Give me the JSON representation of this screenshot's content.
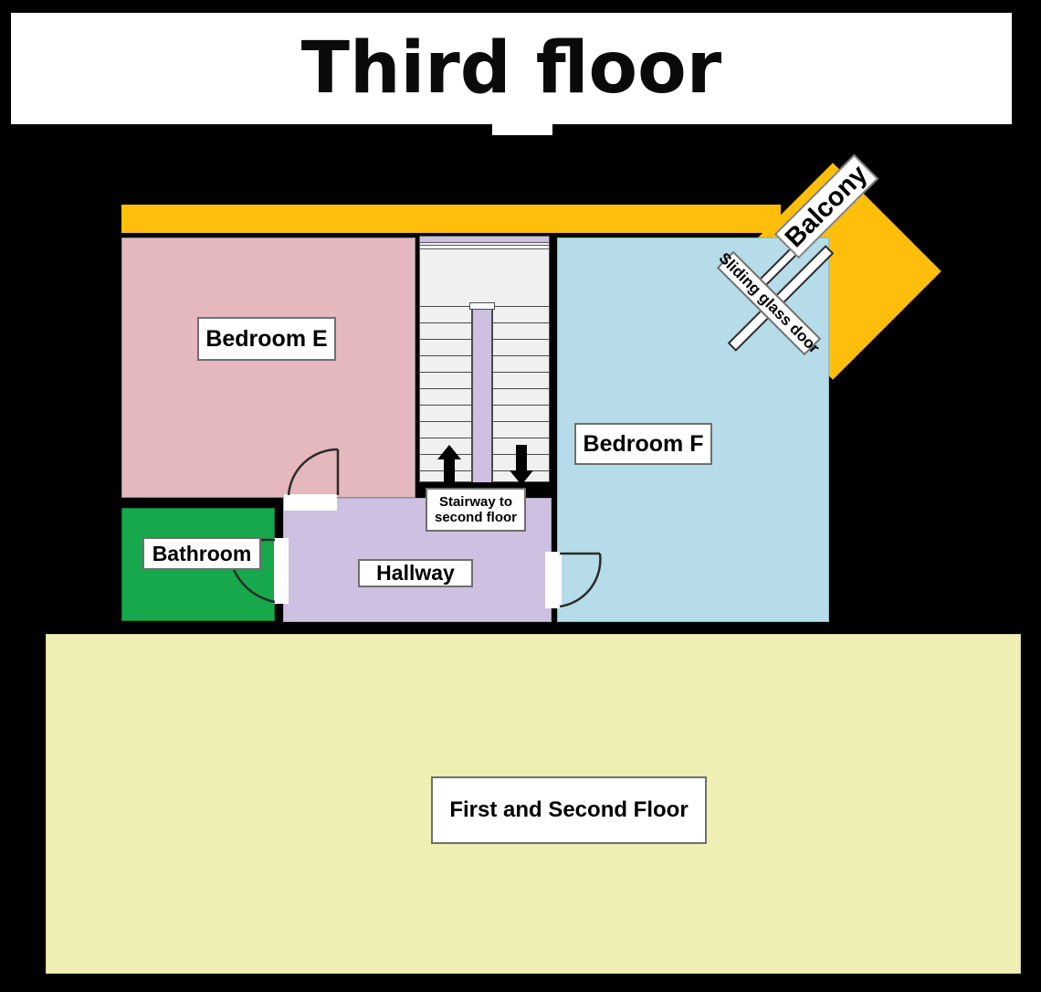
{
  "title": {
    "text": "Third floor"
  },
  "rooms": {
    "bedroom_e": {
      "label": "Bedroom E",
      "color": "#e4b8bc"
    },
    "bedroom_f": {
      "label": "Bedroom F",
      "color": "#b5dce8"
    },
    "bathroom": {
      "label": "Bathroom",
      "color": "#16a84a"
    },
    "hallway": {
      "label": "Hallway",
      "color": "#cdc0e0"
    },
    "floors_below": {
      "label": "First and Second Floor",
      "color": "#efefb4"
    }
  },
  "features": {
    "balcony": {
      "label": "Balcony",
      "color": "#fdbe0c"
    },
    "sliding_door": {
      "label": "Sliding glass door"
    },
    "stairway": {
      "label": "Stairway to\nsecond floor",
      "line1": "Stairway to",
      "line2": "second floor",
      "up_arrow": "arrow-up-icon",
      "down_arrow": "arrow-down-icon"
    }
  },
  "doors": {
    "bedroom_e_door": "door-swing-icon",
    "bathroom_door": "door-swing-icon",
    "bedroom_f_door": "door-swing-icon"
  },
  "colors": {
    "wall": "#000000",
    "label_border": "#6f6f6f",
    "stair_fill": "#f0f0f0"
  }
}
